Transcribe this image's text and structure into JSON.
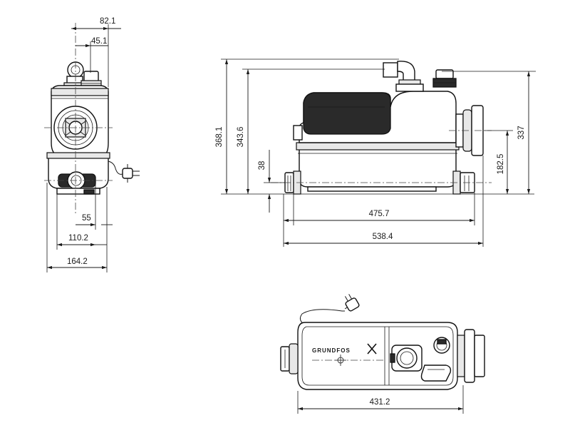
{
  "dimensions": {
    "side_top_offset": "82.1",
    "side_top_inner": "45.1",
    "side_bottom_inner": "55",
    "side_bottom_mid": "110.2",
    "side_width": "164.2",
    "front_height_total": "368.1",
    "front_height_body": "343.6",
    "front_inlet_height": "38",
    "front_outlet_height": "182.5",
    "front_height_right": "337",
    "front_width_inner": "475.7",
    "front_width_total": "538.4",
    "top_width": "431.2"
  },
  "brand": {
    "logo_text": "GRUNDFOS"
  }
}
